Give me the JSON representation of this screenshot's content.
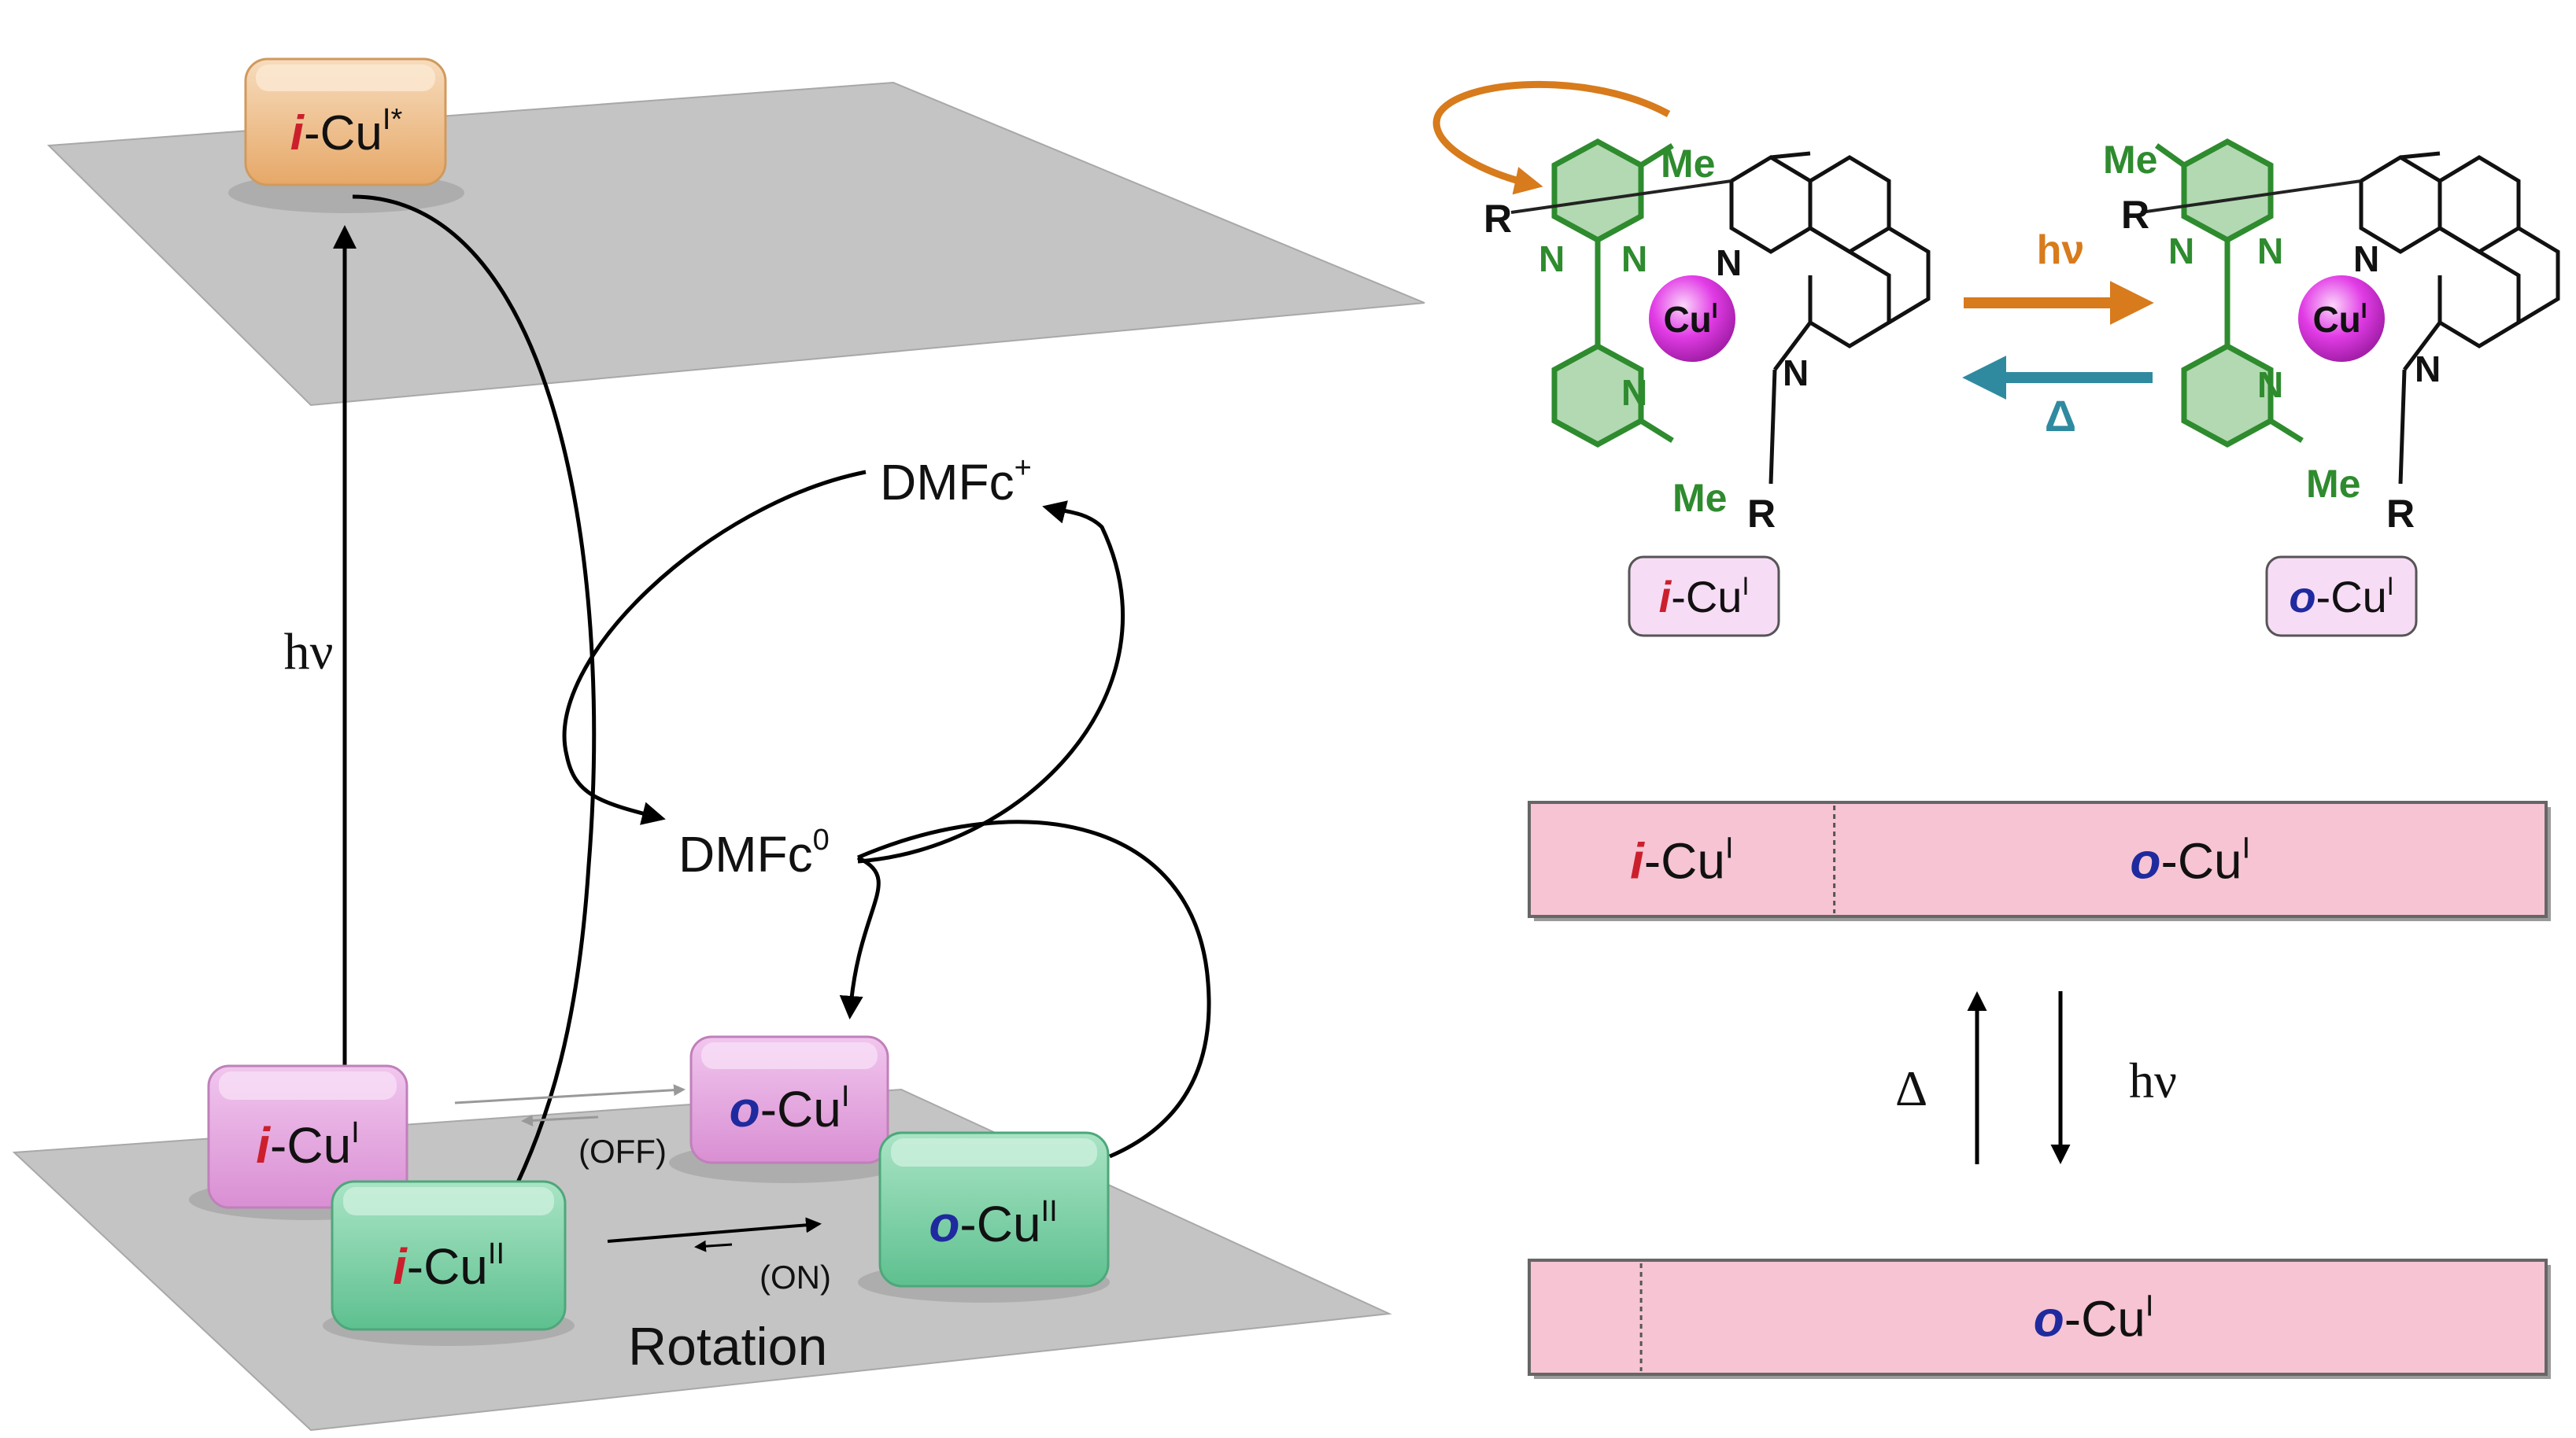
{
  "colors": {
    "plane": "#c4c4c4",
    "i_letter": "#cc1f2c",
    "o_letter": "#1f2a9e",
    "box_pink": "#e8a8e2",
    "box_green": "#7ad0a4",
    "box_orange": "#f0c08e",
    "ligand_green": "#2e8b2e",
    "arrow_orange": "#d77b1c",
    "arrow_teal": "#2f8aa0",
    "cu_sphere": "#e23ce6",
    "bar_pink": "#f6c4d3"
  },
  "left_panel": {
    "excited_box": {
      "prefix": "i",
      "suffix": "-Cu",
      "sup": "I*"
    },
    "hv_label": "hν",
    "dmfc_plus": {
      "base": "DMFc",
      "sup": "+"
    },
    "dmfc_zero": {
      "base": "DMFc",
      "sup": "0"
    },
    "box_i_cu1": {
      "prefix": "i",
      "suffix": "-Cu",
      "sup": "I"
    },
    "box_o_cu1": {
      "prefix": "o",
      "suffix": "-Cu",
      "sup": "I"
    },
    "box_i_cu2": {
      "prefix": "i",
      "suffix": "-Cu",
      "sup": "II"
    },
    "box_o_cu2": {
      "prefix": "o",
      "suffix": "-Cu",
      "sup": "II"
    },
    "off_label": "(OFF)",
    "on_label": "(ON)",
    "rotation_label": "Rotation"
  },
  "right_top": {
    "left_struct": {
      "label": {
        "prefix": "i",
        "suffix": "-Cu",
        "sup": "I"
      },
      "cu": {
        "base": "Cu",
        "sup": "I"
      },
      "atoms": {
        "me_top": "Me",
        "me_bottom": "Me",
        "r_left": "R",
        "r_bottom": "R",
        "n": "N"
      }
    },
    "right_struct": {
      "label": {
        "prefix": "o",
        "suffix": "-Cu",
        "sup": "I"
      },
      "cu": {
        "base": "Cu",
        "sup": "I"
      },
      "atoms": {
        "me_top": "Me",
        "me_bottom": "Me",
        "r_left": "R",
        "r_bottom": "R",
        "n": "N"
      }
    },
    "forward_label": "hν",
    "reverse_label": "Δ"
  },
  "right_bottom": {
    "top_bar": {
      "segments": [
        {
          "prefix": "i",
          "suffix": "-Cu",
          "sup": "I",
          "fraction": 0.3
        },
        {
          "prefix": "o",
          "suffix": "-Cu",
          "sup": "I",
          "fraction": 0.7
        }
      ]
    },
    "bottom_bar": {
      "segments": [
        {
          "prefix": "",
          "suffix": "",
          "sup": "",
          "fraction": 0.11
        },
        {
          "prefix": "o",
          "suffix": "-Cu",
          "sup": "I",
          "fraction": 0.89
        }
      ]
    },
    "delta_label": "Δ",
    "hv_label": "hν"
  }
}
